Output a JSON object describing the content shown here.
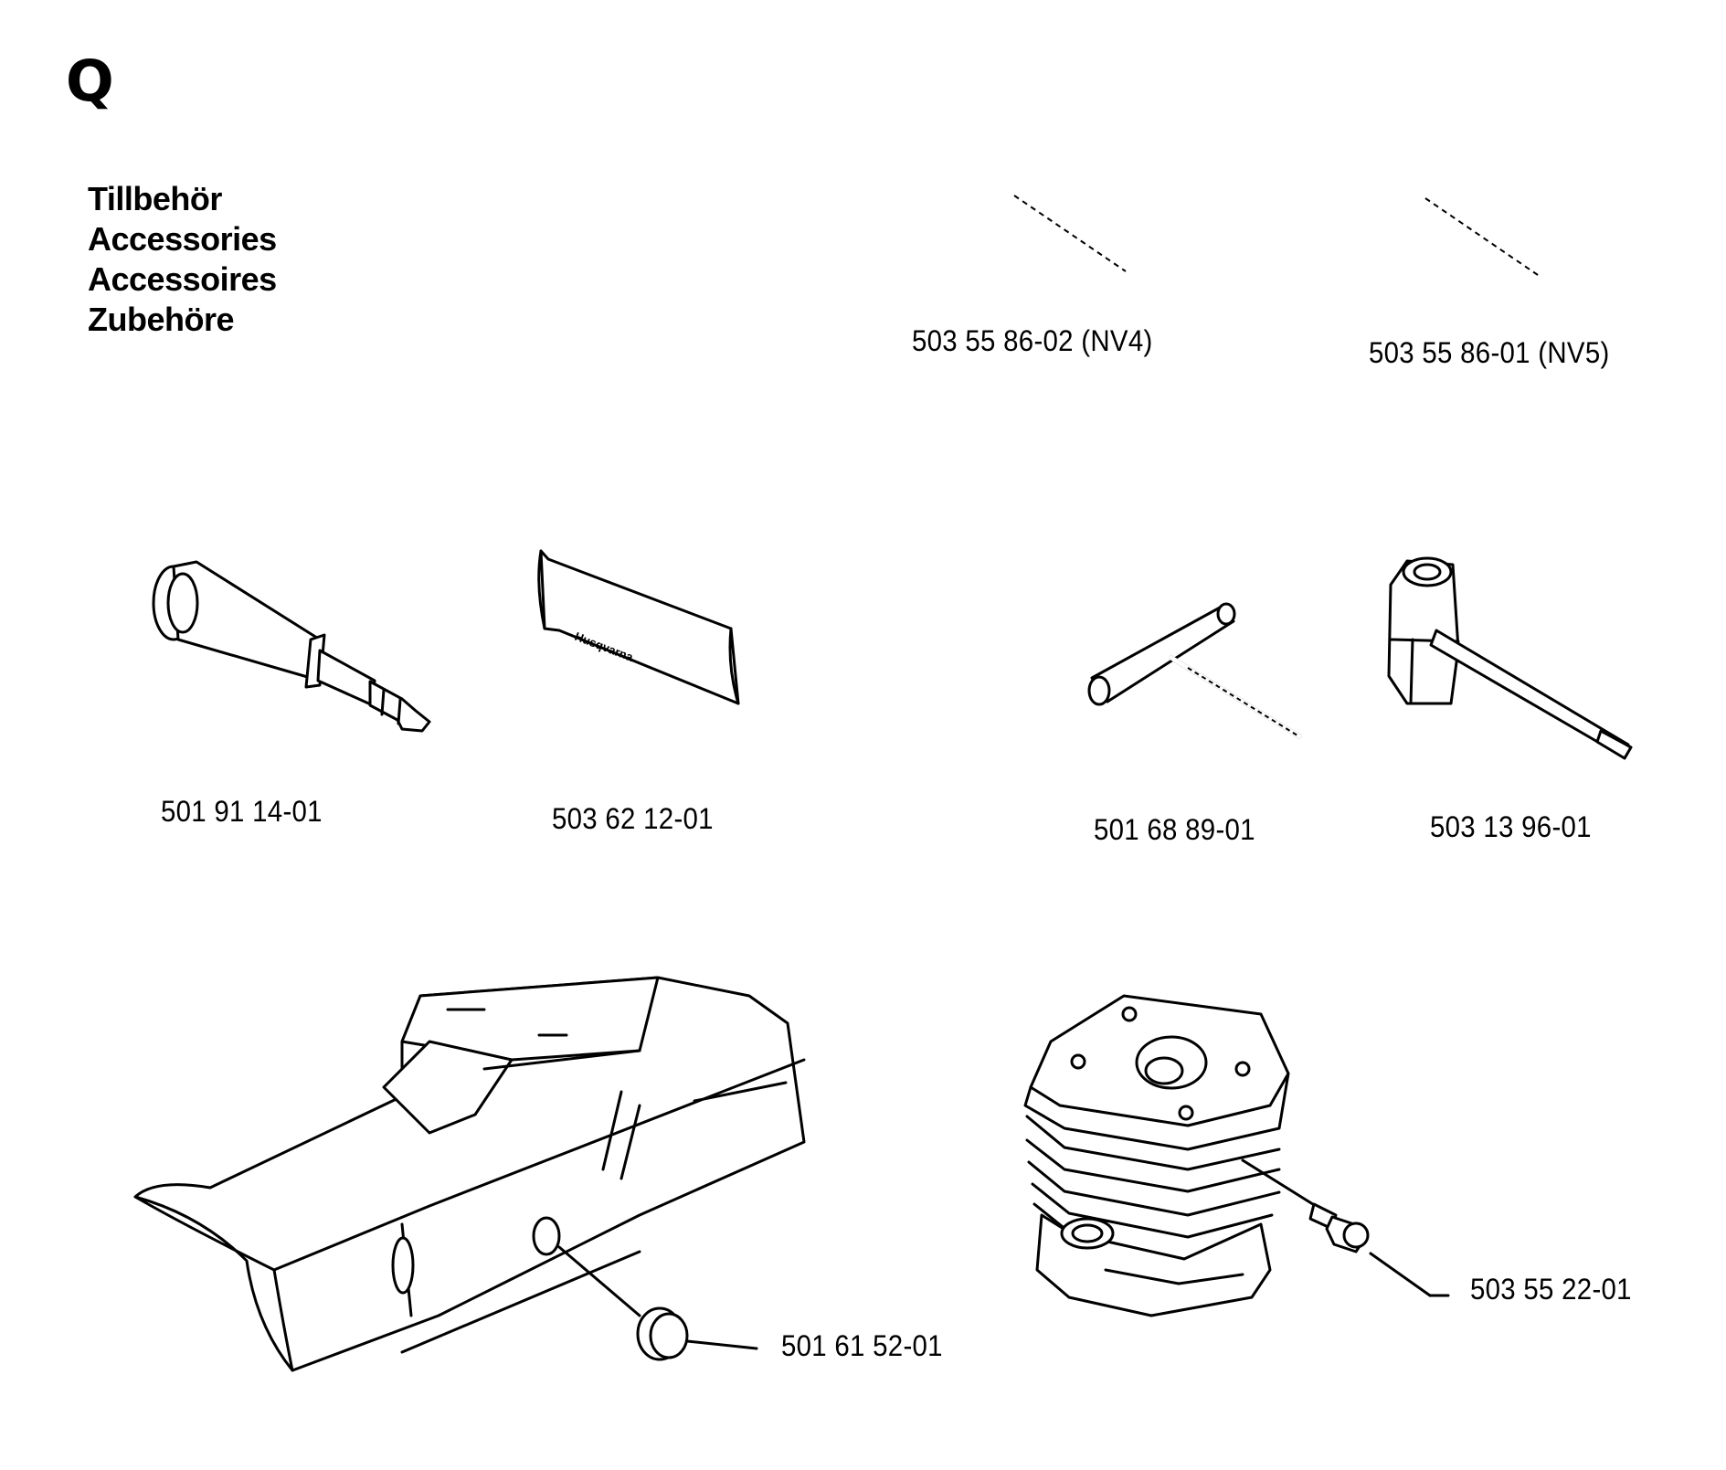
{
  "section": {
    "letter": "Q"
  },
  "titles": [
    "Tillbehör",
    "Accessories",
    "Accessoires",
    "Zubehöre"
  ],
  "parts": {
    "hex_key_nv4": "503 55 86-02 (NV4)",
    "hex_key_nv5": "503 55 86-01 (NV5)",
    "grease_gun": "501 91 14-01",
    "bar_guard": "503 62 12-01",
    "t_wrench": "501 68 89-01",
    "combi_wrench": "503 13 96-01",
    "cover_plug": "501 61 52-01",
    "decompression_valve": "503 55 22-01"
  },
  "bar_guard_print": "Husqvarna"
}
